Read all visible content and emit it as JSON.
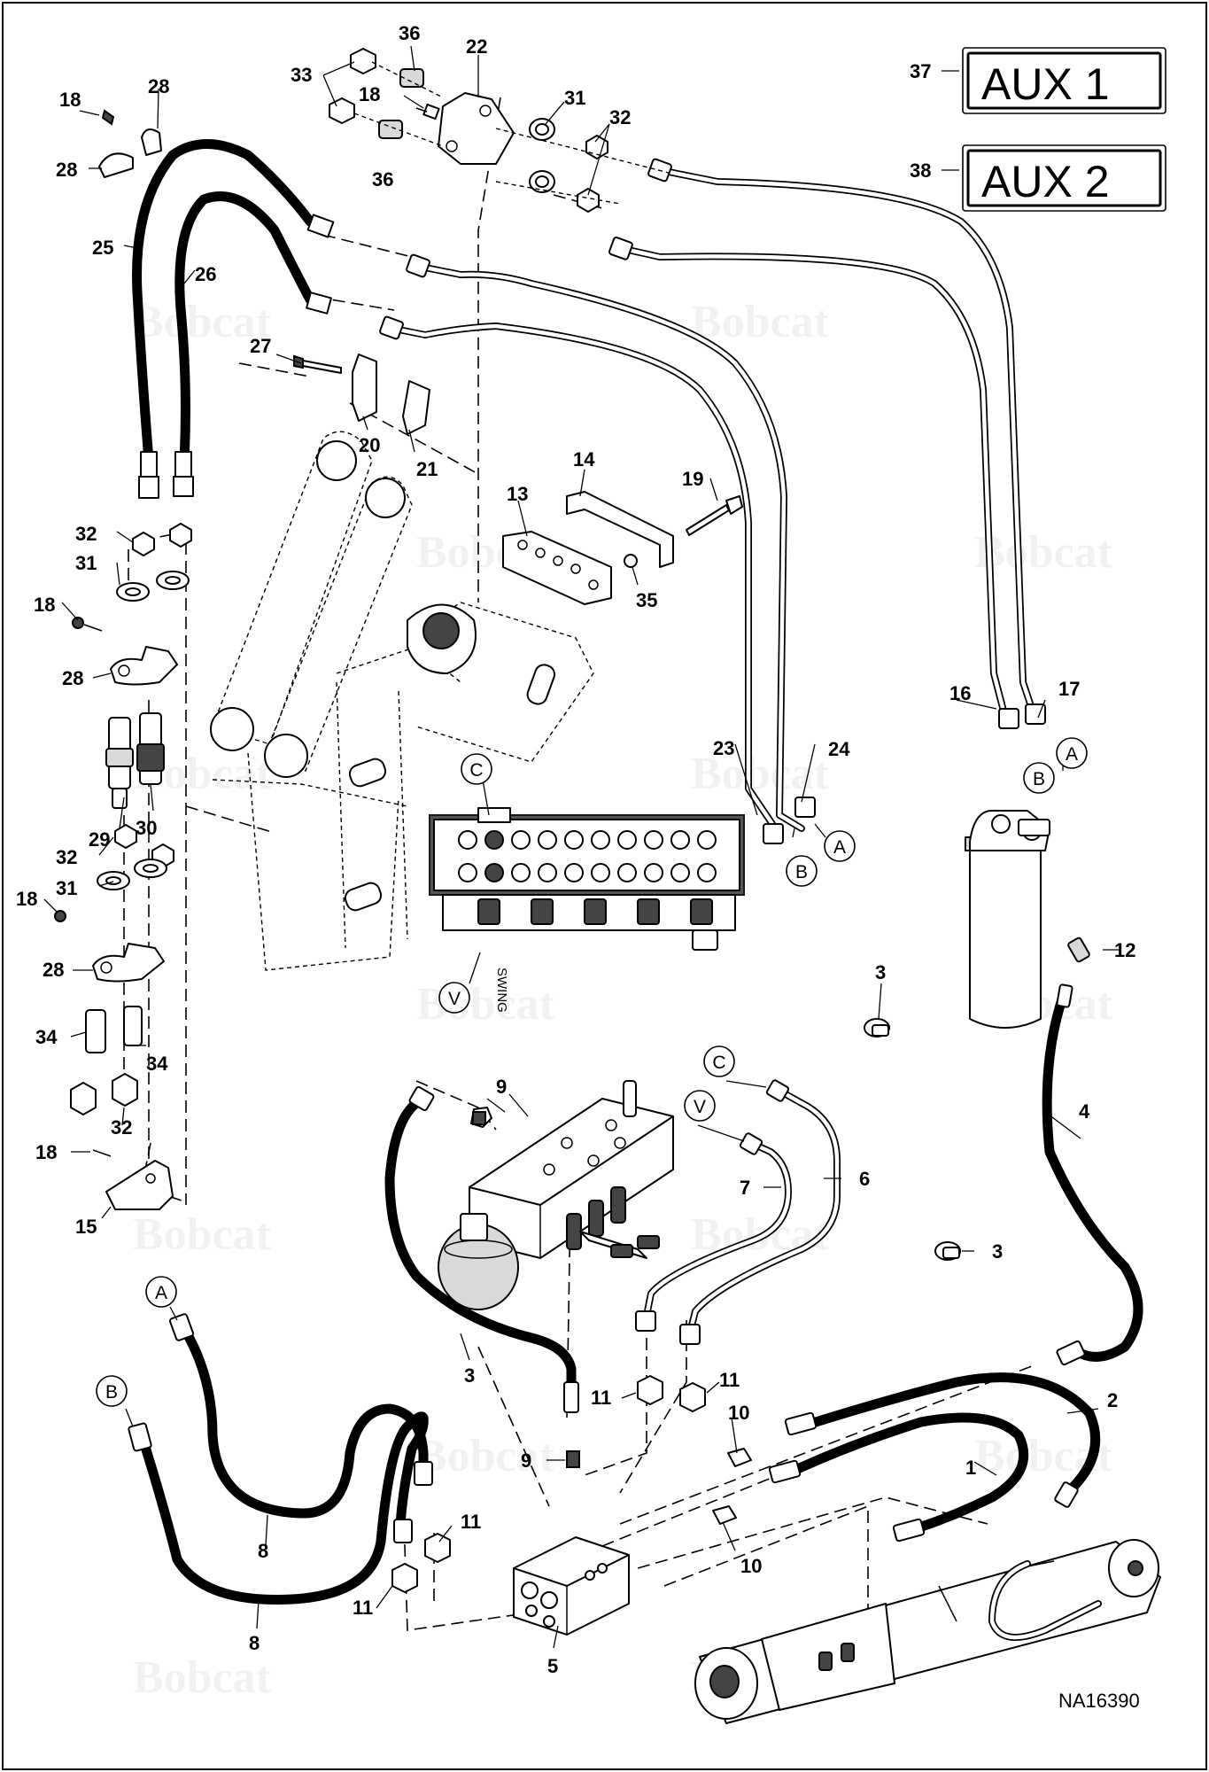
{
  "drawing_code": "NA16390",
  "watermark_text": "Bobcat",
  "labels": [
    {
      "callout": "37",
      "text": "AUX 1"
    },
    {
      "callout": "38",
      "text": "AUX 2"
    }
  ],
  "swing_text": "SWING",
  "connectors": [
    "A",
    "B",
    "C",
    "V"
  ],
  "callouts": [
    "1",
    "2",
    "3",
    "4",
    "5",
    "6",
    "7",
    "8",
    "9",
    "10",
    "11",
    "12",
    "13",
    "14",
    "15",
    "16",
    "17",
    "18",
    "19",
    "20",
    "21",
    "22",
    "23",
    "24",
    "25",
    "26",
    "27",
    "28",
    "29",
    "30",
    "31",
    "32",
    "33",
    "34",
    "35",
    "36",
    "37",
    "38"
  ]
}
